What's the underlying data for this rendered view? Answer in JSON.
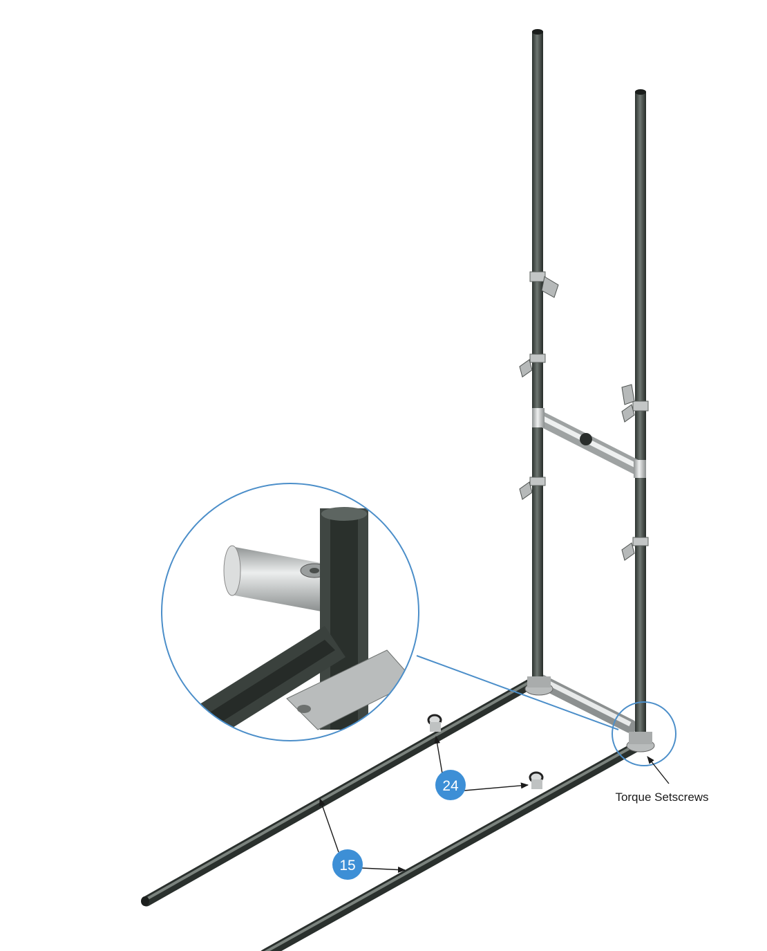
{
  "callouts": {
    "part_24": "24",
    "part_15": "15",
    "torque_note": "Torque Setscrews"
  },
  "colors": {
    "badge": "#3d8fd6",
    "badge_text": "#ffffff",
    "pipe_dark": "#3e4540",
    "pipe_light": "#c9cbcb",
    "detail_ring": "#4b8ec9",
    "arrow": "#1a1a1a"
  }
}
